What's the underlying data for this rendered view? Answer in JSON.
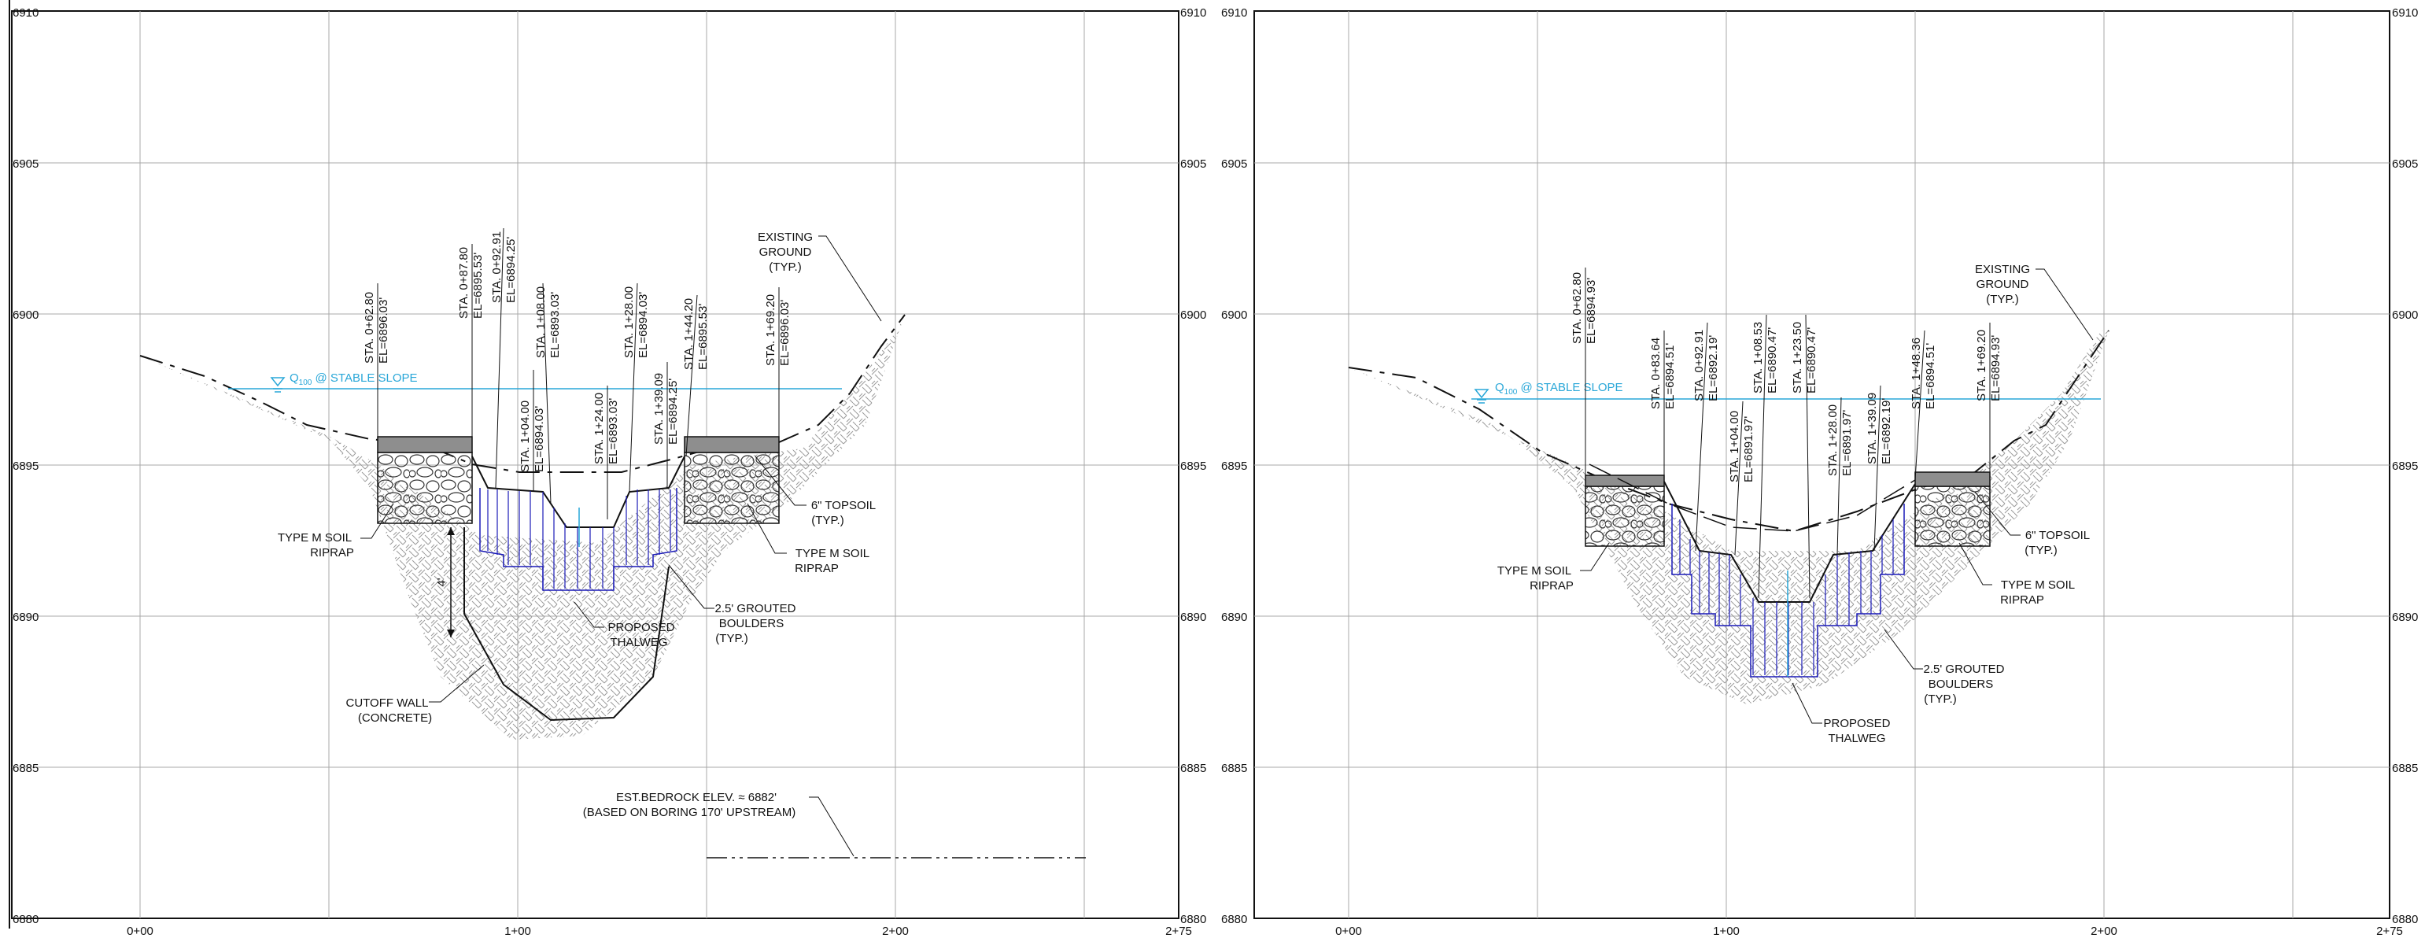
{
  "panels": [
    {
      "id": "left",
      "elev_ticks": [
        "6910",
        "6905",
        "6900",
        "6895",
        "6890",
        "6885",
        "6880"
      ],
      "sta_ticks": [
        "0+00",
        "1+00",
        "2+00",
        "2+75"
      ],
      "flow_label": "Q",
      "flow_sub": "100",
      "flow_suffix": " @ STABLE SLOPE",
      "stations": [
        {
          "sta": "STA. 0+62.80",
          "el": "EL=6896.03'"
        },
        {
          "sta": "STA. 0+87.80",
          "el": "EL=6895.53'"
        },
        {
          "sta": "STA. 0+92.91",
          "el": "EL=6894.25'"
        },
        {
          "sta": "STA. 1+04.00",
          "el": "EL=6894.03'"
        },
        {
          "sta": "STA. 1+08.00",
          "el": "EL=6893.03'"
        },
        {
          "sta": "STA. 1+24.00",
          "el": "EL=6893.03'"
        },
        {
          "sta": "STA. 1+28.00",
          "el": "EL=6894.03'"
        },
        {
          "sta": "STA. 1+39.09",
          "el": "EL=6894.25'"
        },
        {
          "sta": "STA. 1+44.20",
          "el": "EL=6895.53'"
        },
        {
          "sta": "STA. 1+69.20",
          "el": "EL=6896.03'"
        }
      ],
      "callouts": {
        "existing_ground": [
          "EXISTING",
          "GROUND",
          "(TYP.)"
        ],
        "topsoil": [
          "6\" TOPSOIL",
          "(TYP.)"
        ],
        "riprap_right": [
          "TYPE M SOIL",
          "RIPRAP"
        ],
        "riprap_left": [
          "TYPE M SOIL",
          "RIPRAP"
        ],
        "boulders": [
          "2.5' GROUTED",
          "BOULDERS",
          "(TYP.)"
        ],
        "thalweg": [
          "PROPOSED",
          "THALWEG"
        ],
        "cutoff": [
          "CUTOFF WALL",
          "(CONCRETE)"
        ],
        "depth": "4'",
        "bedrock": [
          "EST.BEDROCK ELEV. ≈ 6882'",
          "(BASED ON BORING 170' UPSTREAM)"
        ]
      }
    },
    {
      "id": "right",
      "elev_ticks": [
        "6910",
        "6905",
        "6900",
        "6895",
        "6890",
        "6885",
        "6880"
      ],
      "sta_ticks": [
        "0+00",
        "1+00",
        "2+00",
        "2+75"
      ],
      "flow_label": "Q",
      "flow_sub": "100",
      "flow_suffix": " @ STABLE SLOPE",
      "stations": [
        {
          "sta": "STA. 0+62.80",
          "el": "EL=6894.93'"
        },
        {
          "sta": "STA. 0+83.64",
          "el": "EL=6894.51'"
        },
        {
          "sta": "STA. 0+92.91",
          "el": "EL=6892.19'"
        },
        {
          "sta": "STA. 1+04.00",
          "el": "EL=6891.97'"
        },
        {
          "sta": "STA. 1+08.53",
          "el": "EL=6890.47'"
        },
        {
          "sta": "STA. 1+23.50",
          "el": "EL=6890.47'"
        },
        {
          "sta": "STA. 1+28.00",
          "el": "EL=6891.97'"
        },
        {
          "sta": "STA. 1+39.09",
          "el": "EL=6892.19'"
        },
        {
          "sta": "STA. 1+48.36",
          "el": "EL=6894.51'"
        },
        {
          "sta": "STA. 1+69.20",
          "el": "EL=6894.93'"
        }
      ],
      "callouts": {
        "existing_ground": [
          "EXISTING",
          "GROUND",
          "(TYP.)"
        ],
        "topsoil": [
          "6\" TOPSOIL",
          "(TYP.)"
        ],
        "riprap_right": [
          "TYPE M SOIL",
          "RIPRAP"
        ],
        "riprap_left": [
          "TYPE M SOIL",
          "RIPRAP"
        ],
        "boulders": [
          "2.5' GROUTED",
          "BOULDERS",
          "(TYP.)"
        ],
        "thalweg": [
          "PROPOSED",
          "THALWEG"
        ]
      }
    }
  ],
  "colors": {
    "grid": "#a9a9a9",
    "ink": "#111111",
    "water": "#29a7d8",
    "structure": "#1a1ab8",
    "hatch": "#9a9a9a"
  }
}
